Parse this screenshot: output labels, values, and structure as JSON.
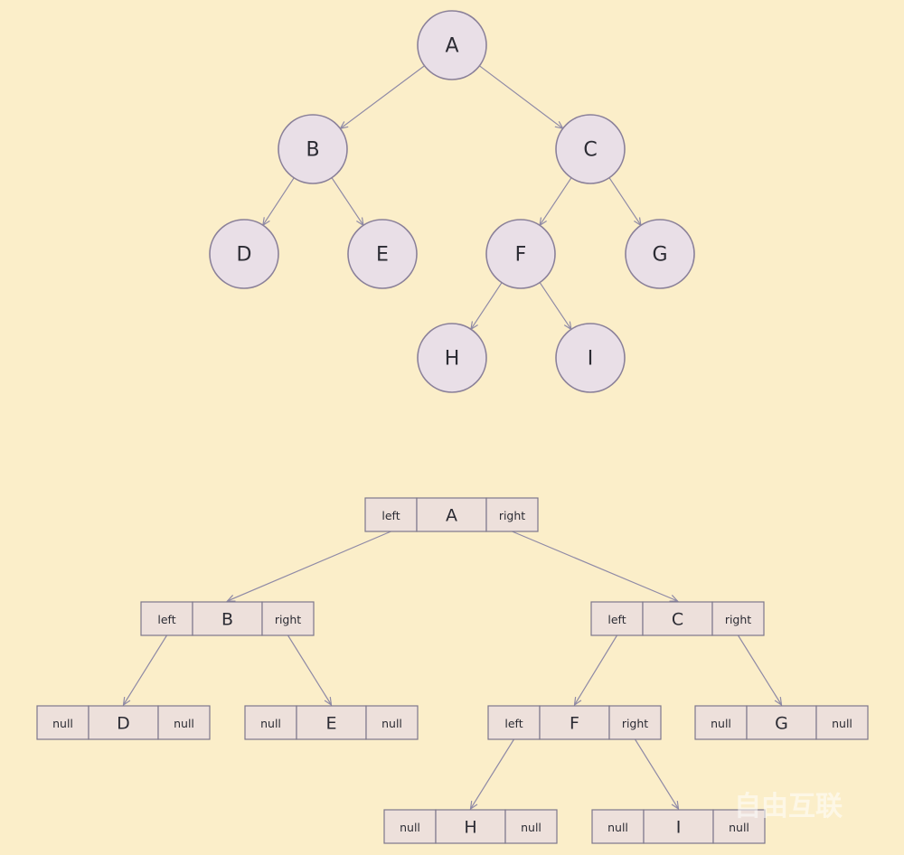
{
  "tree_diagram": {
    "nodes": [
      {
        "id": "A",
        "label": "A"
      },
      {
        "id": "B",
        "label": "B"
      },
      {
        "id": "C",
        "label": "C"
      },
      {
        "id": "D",
        "label": "D"
      },
      {
        "id": "E",
        "label": "E"
      },
      {
        "id": "F",
        "label": "F"
      },
      {
        "id": "G",
        "label": "G"
      },
      {
        "id": "H",
        "label": "H"
      },
      {
        "id": "I",
        "label": "I"
      }
    ],
    "edges": [
      [
        "A",
        "B"
      ],
      [
        "A",
        "C"
      ],
      [
        "B",
        "D"
      ],
      [
        "B",
        "E"
      ],
      [
        "C",
        "F"
      ],
      [
        "C",
        "G"
      ],
      [
        "F",
        "H"
      ],
      [
        "F",
        "I"
      ]
    ]
  },
  "linked_diagram": {
    "nodes": [
      {
        "id": "A",
        "left": "left",
        "value": "A",
        "right": "right"
      },
      {
        "id": "B",
        "left": "left",
        "value": "B",
        "right": "right"
      },
      {
        "id": "C",
        "left": "left",
        "value": "C",
        "right": "right"
      },
      {
        "id": "D",
        "left": "null",
        "value": "D",
        "right": "null"
      },
      {
        "id": "E",
        "left": "null",
        "value": "E",
        "right": "null"
      },
      {
        "id": "F",
        "left": "left",
        "value": "F",
        "right": "right"
      },
      {
        "id": "G",
        "left": "null",
        "value": "G",
        "right": "null"
      },
      {
        "id": "H",
        "left": "null",
        "value": "H",
        "right": "null"
      },
      {
        "id": "I",
        "left": "null",
        "value": "I",
        "right": "null"
      }
    ],
    "edges": [
      [
        "A",
        "left",
        "B"
      ],
      [
        "A",
        "right",
        "C"
      ],
      [
        "B",
        "left",
        "D"
      ],
      [
        "B",
        "right",
        "E"
      ],
      [
        "C",
        "left",
        "F"
      ],
      [
        "C",
        "right",
        "G"
      ],
      [
        "F",
        "left",
        "H"
      ],
      [
        "F",
        "right",
        "I"
      ]
    ]
  },
  "watermark": "自由互联"
}
